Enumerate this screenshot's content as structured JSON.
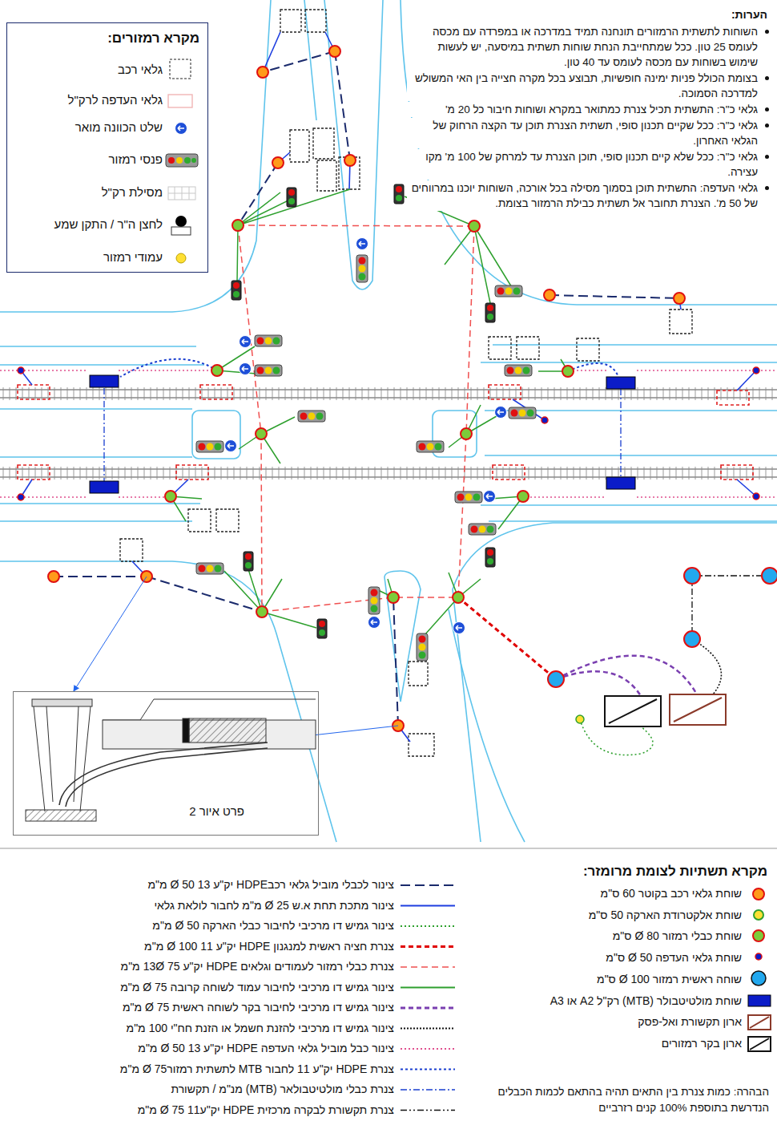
{
  "diagram": {
    "nodes": [
      {
        "text": [
          "מקרא רמזורים:"
        ]
      },
      {
        "text": [
          "פרט איור 2"
        ]
      }
    ],
    "labels": [
      "הערות:",
      "השוחות לתשתית הרמזורים תונחנה תמיד במדרכה או במפרדה עם מכסה לעומס 25 טון. ככל שמתחייבת הנחת שוחות תשתית במיסעה, יש לעשות שימוש בשוחות עם מכסה לעומס עד 40 טון.",
      "בצומת הכולל פניות ימינה חופשיות, תבוצע בכל מקרה חצייה בין האי המשולש למדרכה הסמוכה.",
      "גלאי כ\"ר: התשתית תכיל צנרת כמתואר במקרא ושוחות חיבור כל 20 מ'",
      "גלאי כ\"ר: ככל שקיים תכנון סופי, תשתית הצנרת תוכן עד הקצה הרחוק של הגלאי האחרון.",
      "גלאי כ\"ר: ככל שלא קיים תכנון סופי, תוכן הצנרת עד למרחק של 100 מ' מקו עצירה.",
      "גלאי העדפה: התשתית תוכן בסמוך מסילה בכל אורכה, השוחות יוכנו במרווחים של 50 מ'. הצנרת תחובר אל תשתית כבילת הרמזור בצומת.",
      "מקרא תשתיות לצומת מרומזר:",
      "הבהרה: כמות צנרת בין התאים תהיה בהתאם לכמות הכבלים הנדרשת בתוספת 100% קנים רזרביים"
    ],
    "legend": [
      {
        "text": "גלאי רכב"
      },
      {
        "text": "גלאי העדפה לרק\"ל"
      },
      {
        "text": "שלט הכוונה מואר"
      },
      {
        "text": "פנסי רמזור"
      },
      {
        "text": "מסילת רק\"ל"
      },
      {
        "text": "לחצן ה\"ר / התקן שמע"
      },
      {
        "text": "עמודי רמזור"
      },
      {
        "text": "שוחת גלאי רכב בקוטר 60 ס\"מ"
      },
      {
        "text": "שוחת אלקטרודת הארקה 50 ס\"מ"
      },
      {
        "text": "שוחת כבלי רמזור Ø 80 ס\"מ"
      },
      {
        "text": "שוחת גלאי העדפה Ø 50 ס\"מ"
      },
      {
        "text": "שוחה ראשית רמזור Ø 100 ס\"מ"
      },
      {
        "text": "שוחת מולטיטבולר (MTB) רק\"ל A2 או A3"
      },
      {
        "text": "ארון תקשורת ואל-פסק"
      },
      {
        "text": "ארון בקר רמזורים"
      },
      {
        "text": "צינור לכבלי מוביל גלאי רכבHDPE יק\"ע 13 Ø 50 מ\"מ"
      },
      {
        "text": "צינור מתכת תחת א.ש Ø 25 מ\"מ לחבור לולאת גלאי"
      },
      {
        "text": "צינור גמיש דו מרכיבי לחיבור כבלי הארקה Ø 50 מ\"מ"
      },
      {
        "text": "צנרת חציה ראשית למנגנון HDPE יק\"ע 11 Ø 100 מ\"מ"
      },
      {
        "text": "צנרת כבלי רמזור לעמודים וגלאים HDPE יק\"ע 13Ø 75 מ\"מ"
      },
      {
        "text": "צינור גמיש דו מרכיבי לחיבור עמוד לשוחה קרובה Ø 75 מ\"מ"
      },
      {
        "text": "צינור גמיש דו מרכיבי לחיבור בקר לשוחה ראשית Ø 75 מ\"מ"
      },
      {
        "text": "צינור גמיש דו מרכיבי להזנת חשמל או הזנת חח\"י 100 מ\"מ"
      },
      {
        "text": "צינור כבל מוביל גלאי העדפה HDPE יק\"ע 13 Ø 50 מ\"מ"
      },
      {
        "text": "צנרת HDPE יק\"ע 11 לחבור MTB לתשתית רמזורØ 75 מ\"מ"
      },
      {
        "text": "צנרת כבלי מולטיטבולאר (MTB) מנ\"מ / תקשורת"
      },
      {
        "text": "צנרת תקשורת לבקרה מרכזית HDPE יק\"ע11 Ø 75 מ\"מ"
      }
    ]
  }
}
